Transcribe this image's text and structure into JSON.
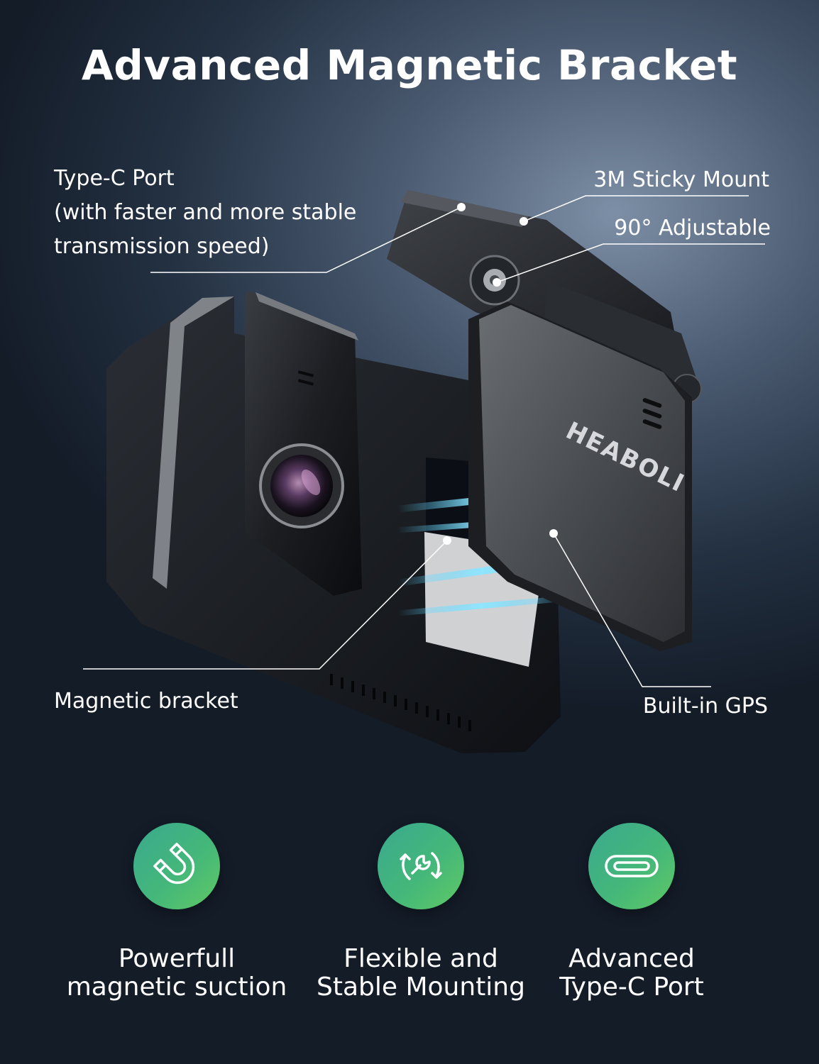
{
  "title": "Advanced Magnetic Bracket",
  "brand_logo": "HEABOLI",
  "callouts": {
    "type_c_port": {
      "line1": "Type-C Port",
      "line2": "(with faster and more stable",
      "line3": "transmission speed)"
    },
    "sticky_mount": "3M Sticky Mount",
    "adjustable": "90° Adjustable",
    "magnetic_bracket": "Magnetic bracket",
    "gps": "Built-in GPS"
  },
  "features": [
    {
      "icon": "magnet-icon",
      "line1": "Powerfull",
      "line2": "magnetic suction"
    },
    {
      "icon": "wrench-rotate-icon",
      "line1": "Flexible and",
      "line2": "Stable Mounting"
    },
    {
      "icon": "usb-c-port-icon",
      "line1": "Advanced",
      "line2": "Type-C Port"
    }
  ],
  "colors": {
    "background_dark": "#141c28",
    "background_light": "#7d8fa6",
    "icon_gradient_start": "#3aa98f",
    "icon_gradient_end": "#5fc964",
    "magnet_glow": "#4fd0ff"
  }
}
